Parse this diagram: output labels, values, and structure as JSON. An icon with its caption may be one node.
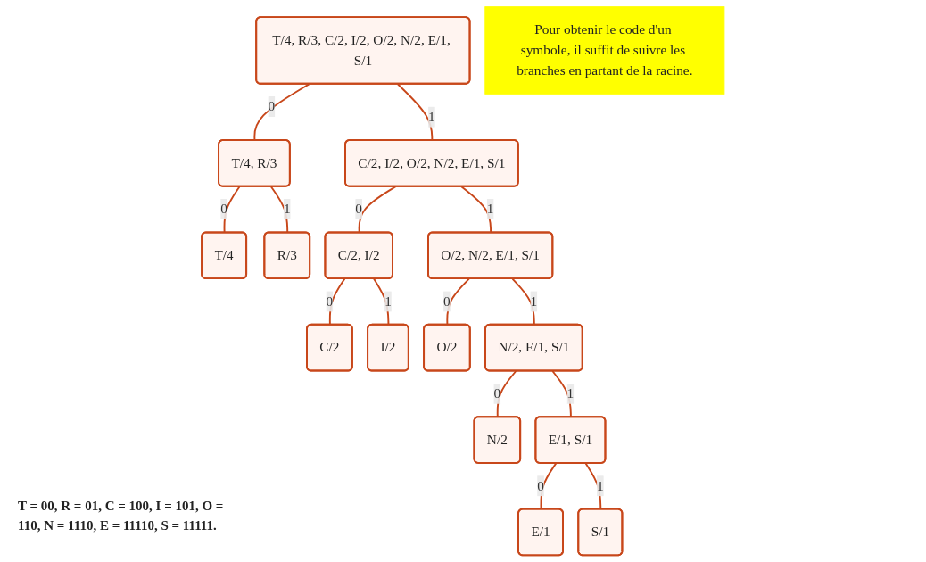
{
  "diagram": {
    "nodes": [
      {
        "text": [
          "T/4, R/3, C/2, I/2, O/2, N/2, E/1, S/1"
        ]
      },
      {
        "text": [
          "T/4, R/3"
        ]
      },
      {
        "text": [
          "C/2, I/2, O/2, N/2, E/1, S/1"
        ]
      },
      {
        "text": [
          "T/4"
        ]
      },
      {
        "text": [
          "R/3"
        ]
      },
      {
        "text": [
          "C/2, I/2"
        ]
      },
      {
        "text": [
          "O/2, N/2, E/1, S/1"
        ]
      },
      {
        "text": [
          "C/2"
        ]
      },
      {
        "text": [
          "I/2"
        ]
      },
      {
        "text": [
          "O/2"
        ]
      },
      {
        "text": [
          "N/2, E/1, S/1"
        ]
      },
      {
        "text": [
          "N/2"
        ]
      },
      {
        "text": [
          "E/1, S/1"
        ]
      },
      {
        "text": [
          "E/1"
        ]
      },
      {
        "text": [
          "S/1"
        ]
      },
      {
        "text": [
          "Pour obtenir le code d'un symbole, il suffit de suivre les branches en partant de la racine."
        ]
      }
    ],
    "edges": [
      {
        "from": 0,
        "to": 1,
        "arrow": "none",
        "label": "0"
      },
      {
        "from": 0,
        "to": 2,
        "arrow": "none",
        "label": "1"
      },
      {
        "from": 1,
        "to": 3,
        "arrow": "none",
        "label": "0"
      },
      {
        "from": 1,
        "to": 4,
        "arrow": "none",
        "label": "1"
      },
      {
        "from": 2,
        "to": 5,
        "arrow": "none",
        "label": "0"
      },
      {
        "from": 2,
        "to": 6,
        "arrow": "none",
        "label": "1"
      },
      {
        "from": 5,
        "to": 7,
        "arrow": "none",
        "label": "0"
      },
      {
        "from": 5,
        "to": 8,
        "arrow": "none",
        "label": "1"
      },
      {
        "from": 6,
        "to": 9,
        "arrow": "none",
        "label": "0"
      },
      {
        "from": 6,
        "to": 10,
        "arrow": "none",
        "label": "1"
      },
      {
        "from": 10,
        "to": 11,
        "arrow": "none",
        "label": "0"
      },
      {
        "from": 10,
        "to": 12,
        "arrow": "none",
        "label": "1"
      },
      {
        "from": 12,
        "to": 13,
        "arrow": "none",
        "label": "0"
      },
      {
        "from": 12,
        "to": 14,
        "arrow": "none",
        "label": "1"
      }
    ],
    "labels": [
      "T = 00, R = 01, C = 100, I = 101, O = 110, N = 1110, E = 11110, S = 11111."
    ]
  }
}
